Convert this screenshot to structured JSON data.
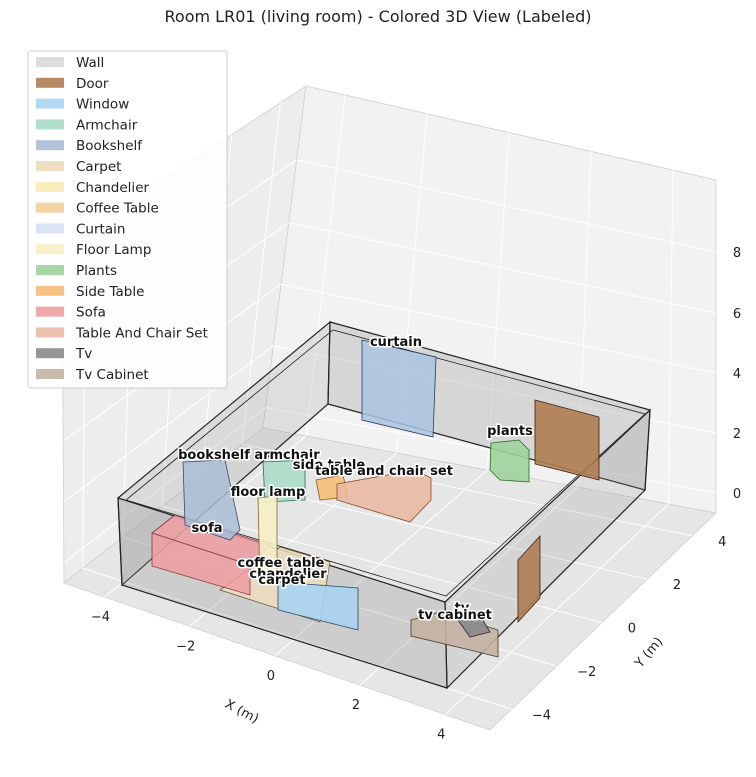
{
  "chart_data": {
    "type": "3d-box-layout",
    "title": "Room LR01 (living room) - Colored 3D View (Labeled)",
    "xlabel": "X (m)",
    "ylabel": "Y (m)",
    "zlabel": "",
    "x_ticks": [
      "−4",
      "−2",
      "0",
      "2",
      "4"
    ],
    "y_ticks": [
      "−4",
      "−2",
      "0",
      "2",
      "4"
    ],
    "z_ticks": [
      "0",
      "2",
      "4",
      "6",
      "8"
    ],
    "legend_position": "upper-left",
    "legend": [
      {
        "label": "Wall",
        "color": "#d9d9d9"
      },
      {
        "label": "Door",
        "color": "#b07d52"
      },
      {
        "label": "Window",
        "color": "#a9d3f2"
      },
      {
        "label": "Armchair",
        "color": "#a6dcc4"
      },
      {
        "label": "Bookshelf",
        "color": "#a9bdd6"
      },
      {
        "label": "Carpet",
        "color": "#efdcbc"
      },
      {
        "label": "Chandelier",
        "color": "#f7ecb3"
      },
      {
        "label": "Coffee Table",
        "color": "#f3cf98"
      },
      {
        "label": "Curtain",
        "color": "#d6e1f2"
      },
      {
        "label": "Floor Lamp",
        "color": "#f6eec4"
      },
      {
        "label": "Plants",
        "color": "#9fd19b"
      },
      {
        "label": "Side Table",
        "color": "#f7be79"
      },
      {
        "label": "Sofa",
        "color": "#ef9ea1"
      },
      {
        "label": "Table And Chair Set",
        "color": "#e9b9a3"
      },
      {
        "label": "Tv",
        "color": "#8a8a8a"
      },
      {
        "label": "Tv Cabinet",
        "color": "#c4b2a3"
      }
    ],
    "labels": [
      "curtain",
      "plants",
      "bookshelf",
      "armchair",
      "side table",
      "table and chair set",
      "floor lamp",
      "sofa",
      "coffee table",
      "chandelier",
      "carpet",
      "tv",
      "tv cabinet"
    ],
    "objects": [
      {
        "name": "carpet",
        "color": "#efdcbc",
        "x": [
          -1.8,
          1.2
        ],
        "y": [
          -1.6,
          0.6
        ],
        "z": [
          0,
          0.05
        ]
      },
      {
        "name": "sofa",
        "color": "#ef9ea1",
        "x": [
          -4.4,
          -1.4
        ],
        "y": [
          -1.0,
          -0.2
        ],
        "z": [
          0,
          1.0
        ]
      },
      {
        "name": "bookshelf",
        "color": "#a9bdd6",
        "x": [
          -4.6,
          -4.2
        ],
        "y": [
          -0.5,
          1.0
        ],
        "z": [
          0,
          2.5
        ]
      },
      {
        "name": "armchair",
        "color": "#a6dcc4",
        "x": [
          -2.0,
          -1.0
        ],
        "y": [
          1.5,
          2.5
        ],
        "z": [
          0,
          1.0
        ]
      },
      {
        "name": "floor lamp",
        "color": "#f6eec4",
        "x": [
          -1.6,
          -1.2
        ],
        "y": [
          -0.5,
          -0.1
        ],
        "z": [
          0,
          2.2
        ]
      },
      {
        "name": "coffee table",
        "color": "#f3cf98",
        "x": [
          -0.6,
          0.6
        ],
        "y": [
          -0.8,
          0.0
        ],
        "z": [
          0,
          0.4
        ]
      },
      {
        "name": "chandelier",
        "color": "#f7ecb3",
        "x": [
          -0.4,
          0.4
        ],
        "y": [
          -0.7,
          -0.1
        ],
        "z": [
          0.4,
          0.5
        ]
      },
      {
        "name": "side table",
        "color": "#f7be79",
        "x": [
          -0.7,
          -0.1
        ],
        "y": [
          2.5,
          3.1
        ],
        "z": [
          0,
          0.6
        ]
      },
      {
        "name": "table and chair set",
        "color": "#e9b9a3",
        "x": [
          -0.1,
          2.3
        ],
        "y": [
          1.8,
          3.2
        ],
        "z": [
          0,
          0.8
        ]
      },
      {
        "name": "curtain",
        "color": "#a9c4e0",
        "x": [
          -2.1,
          0.3
        ],
        "y": [
          4.5,
          4.7
        ],
        "z": [
          1.0,
          4.5
        ]
      },
      {
        "name": "window",
        "color": "#a9d3f2",
        "x": [
          1.5,
          3.5
        ],
        "y": [
          -4.7,
          -4.5
        ],
        "z": [
          0,
          1.8
        ]
      },
      {
        "name": "plants",
        "color": "#9fd19b",
        "x": [
          3.2,
          4.0
        ],
        "y": [
          2.0,
          2.8
        ],
        "z": [
          0,
          1.2
        ]
      },
      {
        "name": "door",
        "color": "#b07d52",
        "x": [
          4.8,
          4.9
        ],
        "y": [
          2.2,
          4.3
        ],
        "z": [
          0,
          2.5
        ]
      },
      {
        "name": "door",
        "color": "#b07d52",
        "x": [
          2.7,
          4.5
        ],
        "y": [
          -0.9,
          -0.8
        ],
        "z": [
          0,
          2.3
        ]
      },
      {
        "name": "tv cabinet",
        "color": "#c4b2a3",
        "x": [
          4.2,
          4.6
        ],
        "y": [
          -3.4,
          -1.4
        ],
        "z": [
          0,
          0.5
        ]
      },
      {
        "name": "tv",
        "color": "#8a8a8a",
        "x": [
          4.4,
          4.5
        ],
        "y": [
          -3.2,
          -1.6
        ],
        "z": [
          0.5,
          0.7
        ]
      }
    ]
  }
}
